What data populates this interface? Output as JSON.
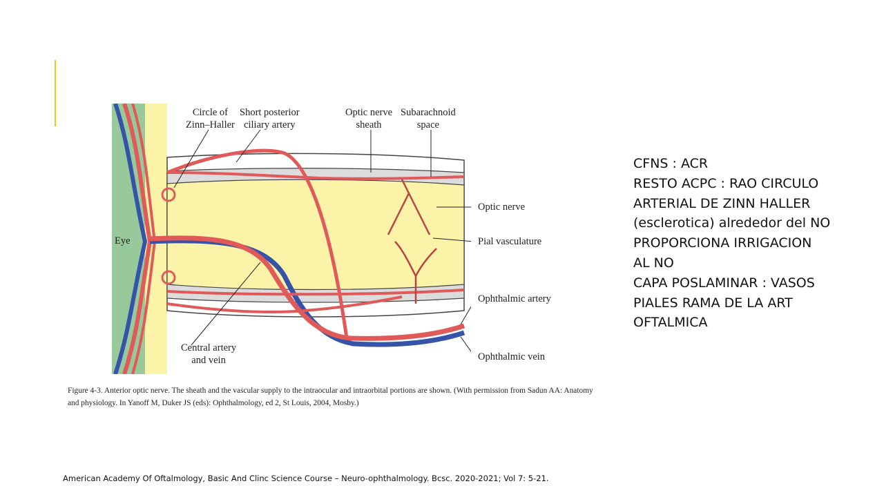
{
  "accent_color": "#f0c419",
  "figure": {
    "labels": {
      "circle_zinn": "Circle of\nZinn–Haller",
      "short_posterior": "Short posterior\nciliary artery",
      "optic_sheath": "Optic nerve\nsheath",
      "subarachnoid": "Subarachnoid\nspace",
      "optic_nerve": "Optic nerve",
      "eye": "Eye",
      "pial": "Pial vasculature",
      "ophthalmic_artery": "Ophthalmic artery",
      "central": "Central artery\nand vein",
      "ophthalmic_vein": "Ophthalmic vein"
    },
    "colors": {
      "artery": "#e05a5a",
      "vein": "#3553a8",
      "nerve": "#fbf3a8",
      "eye": "#97c99b",
      "sheath": "#d8d8d8"
    },
    "caption": "Figure 4-3. Anterior optic nerve. The sheath and the vascular supply to the intraocular and intraorbital portions are shown. (With permission from Sadun AA: Anatomy and physiology. In Yanoff M, Duker JS (eds): Ophthalmology, ed 2, St Louis, 2004, Mosby.)"
  },
  "notes": [
    "CFNS : ACR",
    "RESTO ACPC : RAO CIRCULO",
    "ARTERIAL DE ZINN HALLER",
    "(esclerotica) alrededor del NO",
    "PROPORCIONA IRRIGACION",
    "AL NO",
    "CAPA POSLAMINAR : VASOS",
    "PIALES RAMA DE LA ART",
    "OFTALMICA"
  ],
  "citation": "American Academy Of Oftalmology, Basic And Clinc Science Course – Neuro-ophthalmology. Bcsc. 2020-2021; Vol 7: 5-21."
}
